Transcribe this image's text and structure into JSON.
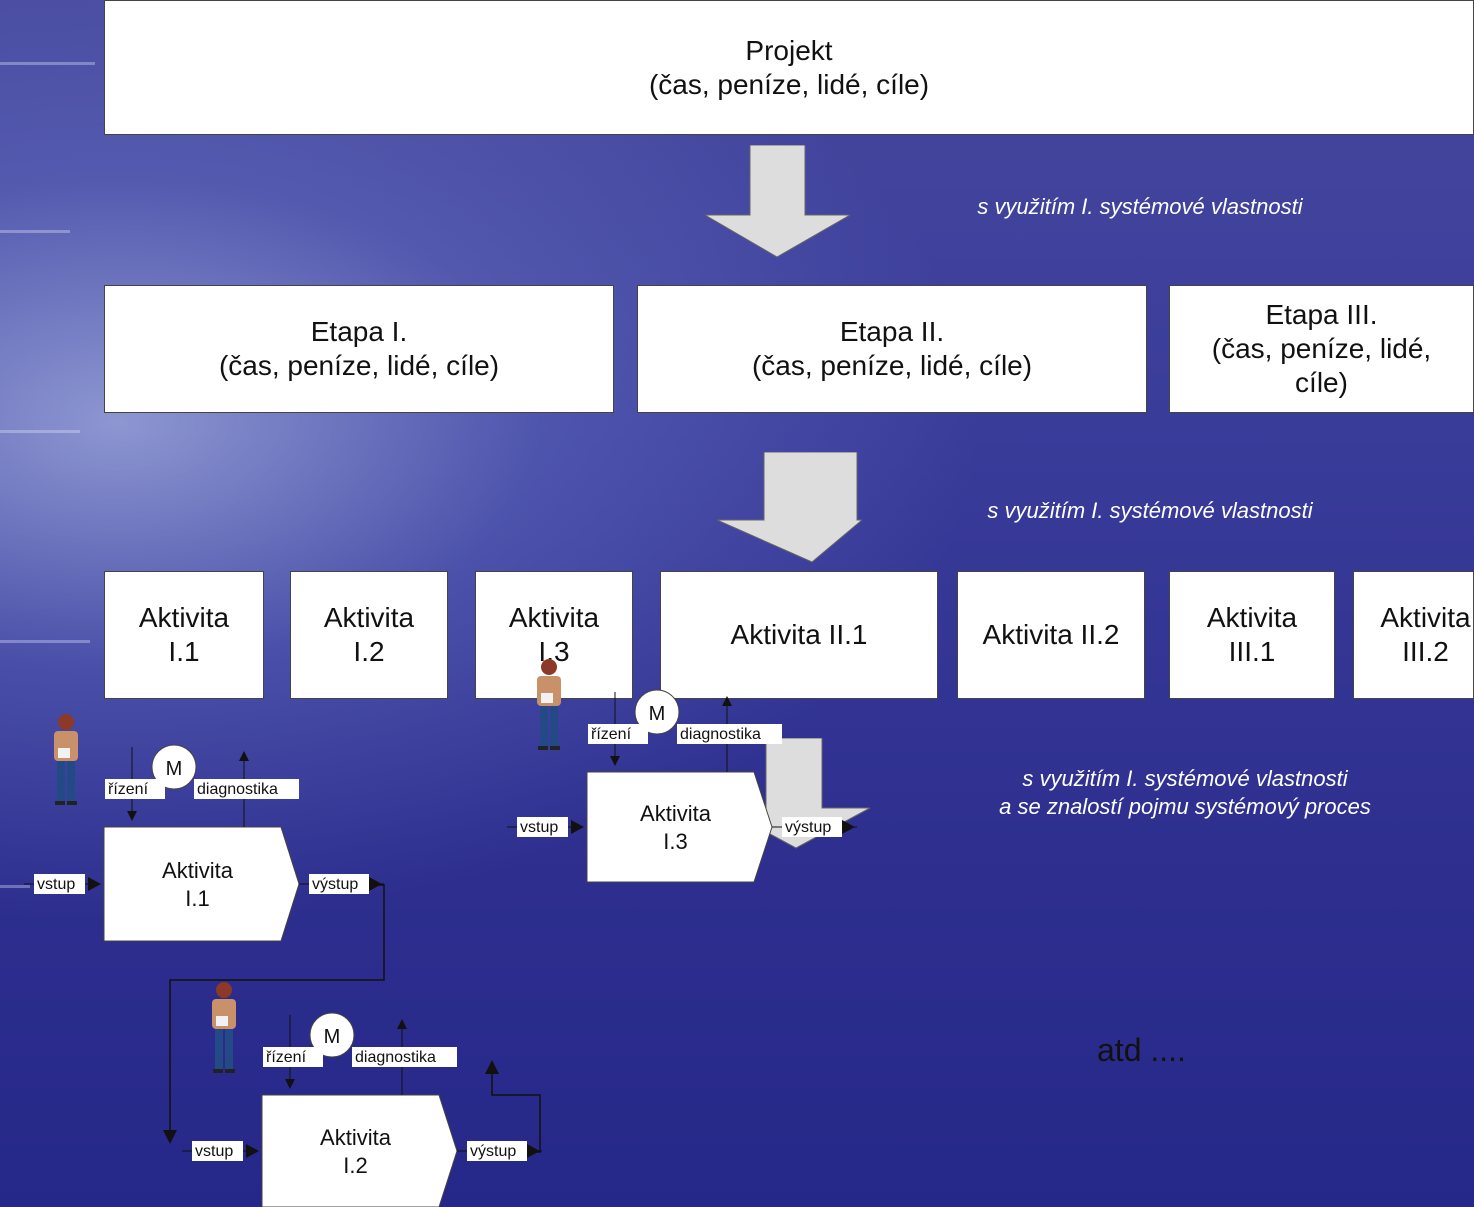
{
  "project": {
    "title": "Projekt",
    "subtitle": "(čas, peníze, lidé, cíle)"
  },
  "captions": {
    "c1": "s využitím I. systémové vlastnosti",
    "c2": "s využitím I. systémové vlastnosti",
    "c3_line1": "s využitím I. systémové vlastnosti",
    "c3_line2": "a se znalostí pojmu systémový proces"
  },
  "stages": [
    {
      "title": "Etapa I.",
      "subtitle": "(čas, peníze, lidé, cíle)"
    },
    {
      "title": "Etapa II.",
      "subtitle": "(čas, peníze, lidé, cíle)"
    },
    {
      "title": "Etapa III.",
      "subtitle_l1": "(čas, peníze, lidé,",
      "subtitle_l2": "cíle)"
    }
  ],
  "activities": [
    {
      "l1": "Aktivita",
      "l2": "I.1"
    },
    {
      "l1": "Aktivita",
      "l2": "I.2"
    },
    {
      "l1": "Aktivita",
      "l2": "I.3"
    },
    {
      "l1": "Aktivita II.1"
    },
    {
      "l1": "Aktivita II.2"
    },
    {
      "l1": "Aktivita",
      "l2": "III.1"
    },
    {
      "l1": "Aktivita",
      "l2": "III.2"
    }
  ],
  "process_labels": {
    "manager": "M",
    "control": "řízení",
    "diagnostics": "diagnostika",
    "input": "vstup",
    "output": "výstup"
  },
  "processes": [
    {
      "l1": "Aktivita",
      "l2": "I.1"
    },
    {
      "l1": "Aktivita",
      "l2": "I.2"
    },
    {
      "l1": "Aktivita",
      "l2": "I.3"
    }
  ],
  "etc": "atd ...."
}
